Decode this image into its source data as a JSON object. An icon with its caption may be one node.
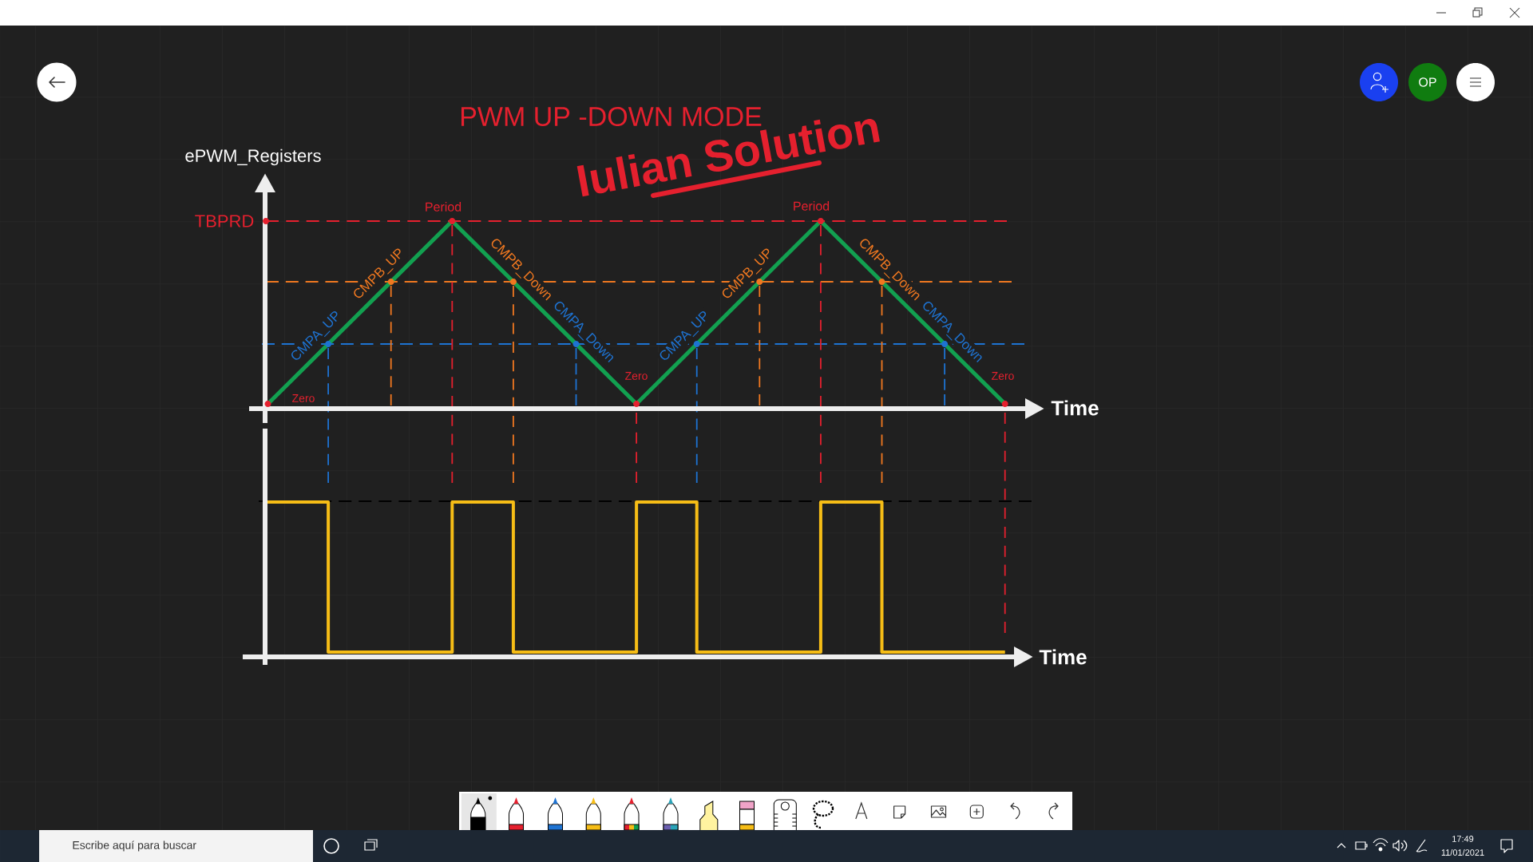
{
  "diagram": {
    "title": "PWM UP -DOWN MODE",
    "labels": [
      "OP",
      "Iulian Solution",
      "ePWM_Registers",
      "TBPRD",
      "Period",
      "Period",
      "CMPA_UP",
      "CMPB_UP",
      "CMPB_Down",
      "CMPA_Down",
      "CMPA_UP",
      "CMPB_UP",
      "CMPB_Down",
      "CMPA_Down",
      "Zero",
      "Zero",
      "Zero",
      "Time",
      "Time",
      "Escribe aquí para buscar",
      "17:49",
      "11/01/2021"
    ]
  }
}
